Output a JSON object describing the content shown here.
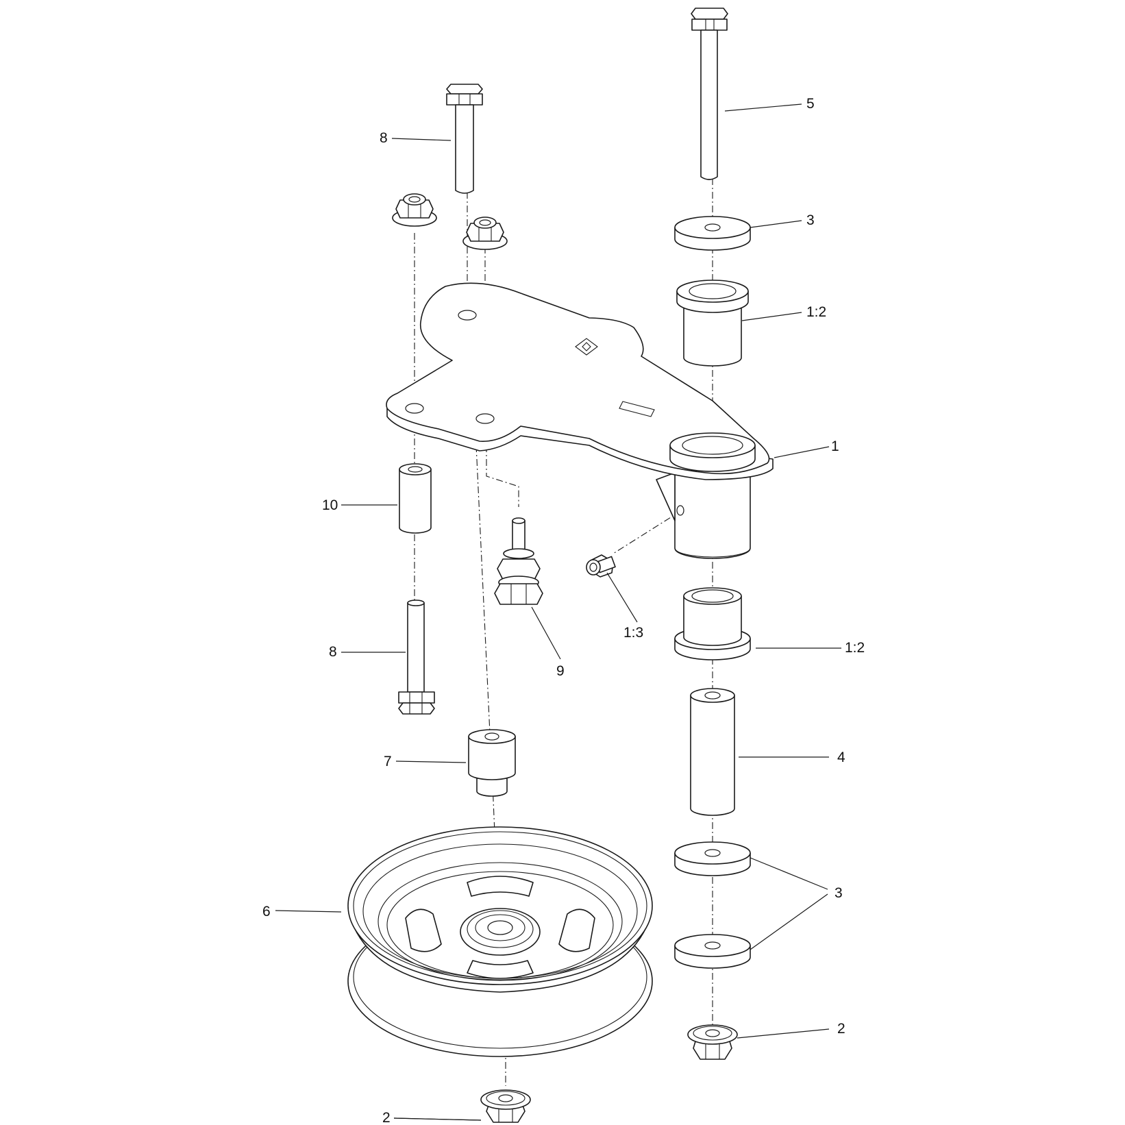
{
  "callouts": {
    "c1": "1",
    "c1_2_top": "1:2",
    "c1_2_bottom": "1:2",
    "c1_3": "1:3",
    "c2_right": "2",
    "c2_bottom": "2",
    "c3_top": "3",
    "c3_bottom": "3",
    "c4": "4",
    "c5": "5",
    "c6": "6",
    "c7": "7",
    "c8_top": "8",
    "c8_bottom": "8",
    "c9": "9",
    "c10": "10"
  }
}
